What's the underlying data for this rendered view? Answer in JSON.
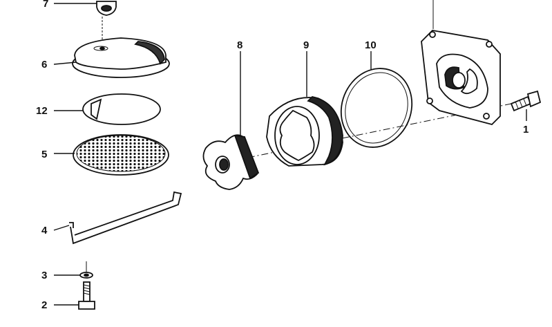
{
  "callouts": {
    "p1": "1",
    "p2": "2",
    "p3": "3",
    "p4": "4",
    "p5": "5",
    "p6": "6",
    "p7": "7",
    "p8": "8",
    "p9": "9",
    "p10": "10",
    "p12": "12"
  },
  "colors": {
    "ink": "#111111",
    "paper": "#ffffff"
  }
}
